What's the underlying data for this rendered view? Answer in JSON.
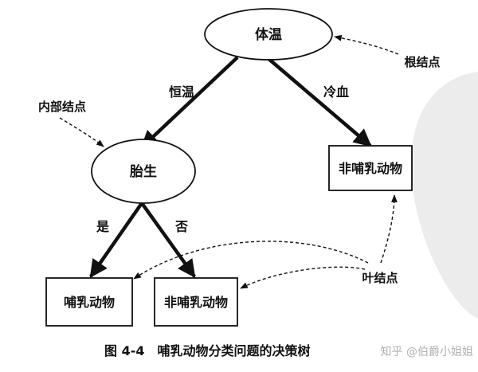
{
  "diagram": {
    "nodes": {
      "root": "体温",
      "internal": "胎生",
      "leaf_cold": "非哺乳动物",
      "leaf_yes": "哺乳动物",
      "leaf_no": "非哺乳动物"
    },
    "edges": {
      "warm": "恒温",
      "cold": "冷血",
      "yes": "是",
      "no": "否"
    },
    "annotations": {
      "root_node": "根结点",
      "internal_node": "内部结点",
      "leaf_node": "叶结点"
    },
    "caption": "图 4-4　哺乳动物分类问题的决策树",
    "watermark": "知乎 @伯爵小姐姐"
  }
}
